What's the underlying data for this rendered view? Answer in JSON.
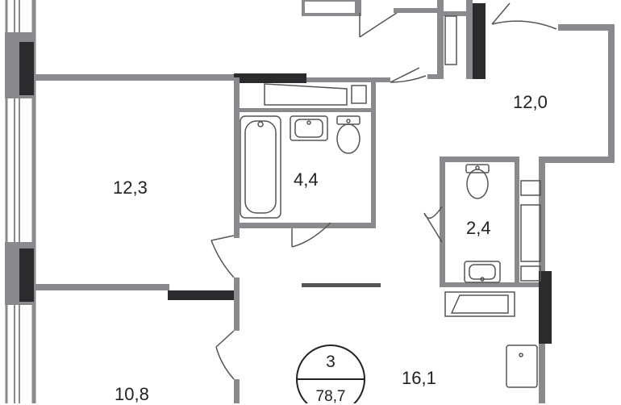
{
  "plan": {
    "rooms": [
      {
        "id": "room-12-0",
        "area": "12,0"
      },
      {
        "id": "room-12-3",
        "area": "12,3"
      },
      {
        "id": "bathroom-4-4",
        "area": "4,4"
      },
      {
        "id": "wc-2-4",
        "area": "2,4"
      },
      {
        "id": "hall-16-1",
        "area": "16,1"
      },
      {
        "id": "room-10-8",
        "area": "10,8"
      }
    ],
    "summary": {
      "room_count": "3",
      "total_area": "78,7"
    }
  },
  "colors": {
    "wall": "#8a8a8e",
    "wall_dark": "#2b2b2e",
    "window": "#ffffff",
    "fixture": "#555555",
    "text": "#222222"
  }
}
